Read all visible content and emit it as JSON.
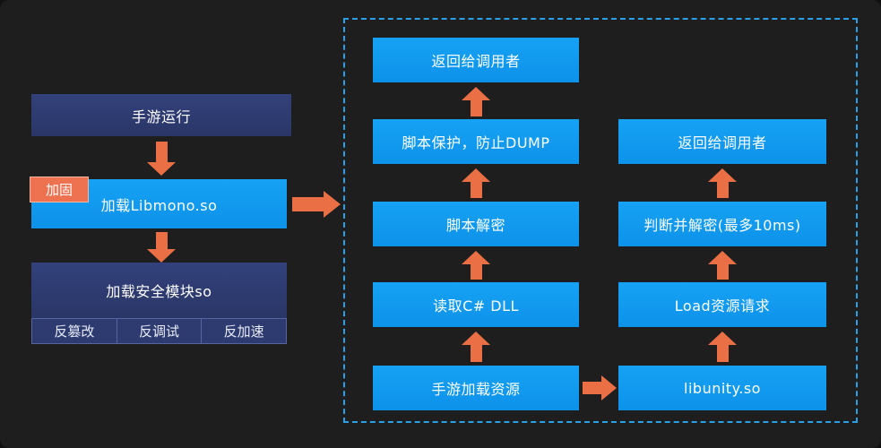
{
  "colors": {
    "background": "#1e1e1e",
    "bright_blue": "#0f9af0",
    "dark_navy": "#2e3b70",
    "arrow_orange": "#ea6f45",
    "dashed_border": "#2aa0e6",
    "tag_orange": "#ee7150"
  },
  "left_flow": {
    "game_running": "手游运行",
    "reinforce_tag": "加固",
    "load_libmono": "加载Libmono.so",
    "load_security_module": "加载安全模块so",
    "sub_boxes": [
      "反篡改",
      "反调试",
      "反加速"
    ]
  },
  "center_flow": [
    "返回给调用者",
    "脚本保护，防止DUMP",
    "脚本解密",
    "读取C# DLL",
    "手游加载资源"
  ],
  "right_flow": [
    "返回给调用者",
    "判断并解密(最多10ms)",
    "Load资源请求",
    "libunity.so"
  ]
}
